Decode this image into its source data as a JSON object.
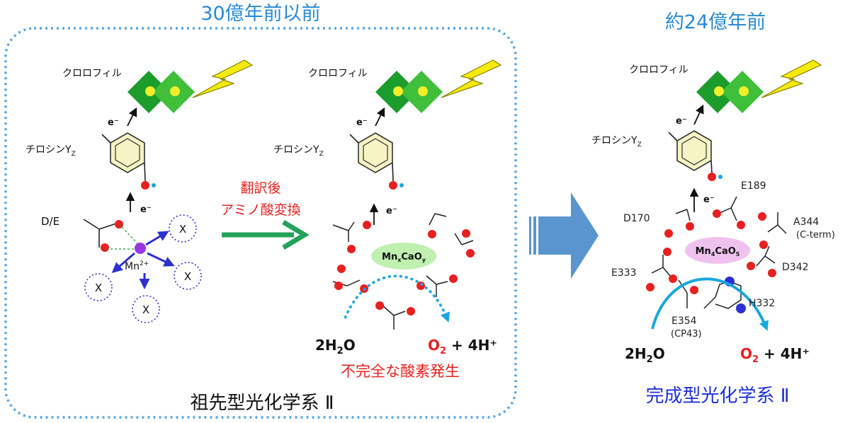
{
  "panels": {
    "left_title": "30億年前以前",
    "right_title": "約24億年前"
  },
  "labels": {
    "chlorophyll": "クロロフィル",
    "tyrosine": "チロシンY",
    "tyrosine_sub": "Z",
    "electron": "e⁻",
    "de": "D/E",
    "mn_ion": "Mn",
    "mn_ion_sup": "2+",
    "ligand_x": "X",
    "conversion_line1": "翻訳後",
    "conversion_line2": "アミノ酸変換",
    "cluster_mid_main": "Mn",
    "cluster_mid_sub1": "x",
    "cluster_mid_mid": "CaO",
    "cluster_mid_sub2": "y",
    "cluster_right_main": "Mn",
    "cluster_right_sub1": "4",
    "cluster_right_mid": "CaO",
    "cluster_right_sub2": "5",
    "water_pre": "2H",
    "water_sub": "2",
    "water_post": "O",
    "oxygen_pre": "O",
    "oxygen_sub": "2",
    "oxygen_post": " + 4H⁺",
    "incomplete": "不完全な酸素発生",
    "ancestor_system": "祖先型光化学系 Ⅱ",
    "complete_system": "完成型光化学系 Ⅱ",
    "residues": {
      "e189": "E189",
      "d170": "D170",
      "a344": "A344",
      "a344_note": "(C-term)",
      "e333": "E333",
      "d342": "D342",
      "h332": "H332",
      "e354": "E354",
      "e354_note": "(CP43)"
    }
  },
  "colors": {
    "blue_title": "#2a8ad6",
    "dotted_border": "#5aa7e0",
    "green_arrow": "#23a35a",
    "red_text": "#e8231f",
    "blue_text": "#1f2fd8",
    "big_arrow": "#5b95cf",
    "chlorophyll_dark": "#1b9c2b",
    "chlorophyll_light": "#3fbf3a",
    "lightning": "#f4ea10",
    "mn_cluster_mid": "#bff0b0",
    "mn_cluster_right": "#efc2ee",
    "oxygen_atom": "#e82020",
    "ring_fill": "#f6f3c4",
    "mn_atom": "#9a34e4",
    "ligand_blue": "#2d2fd0",
    "cyan_arrow": "#1aa6e0"
  }
}
